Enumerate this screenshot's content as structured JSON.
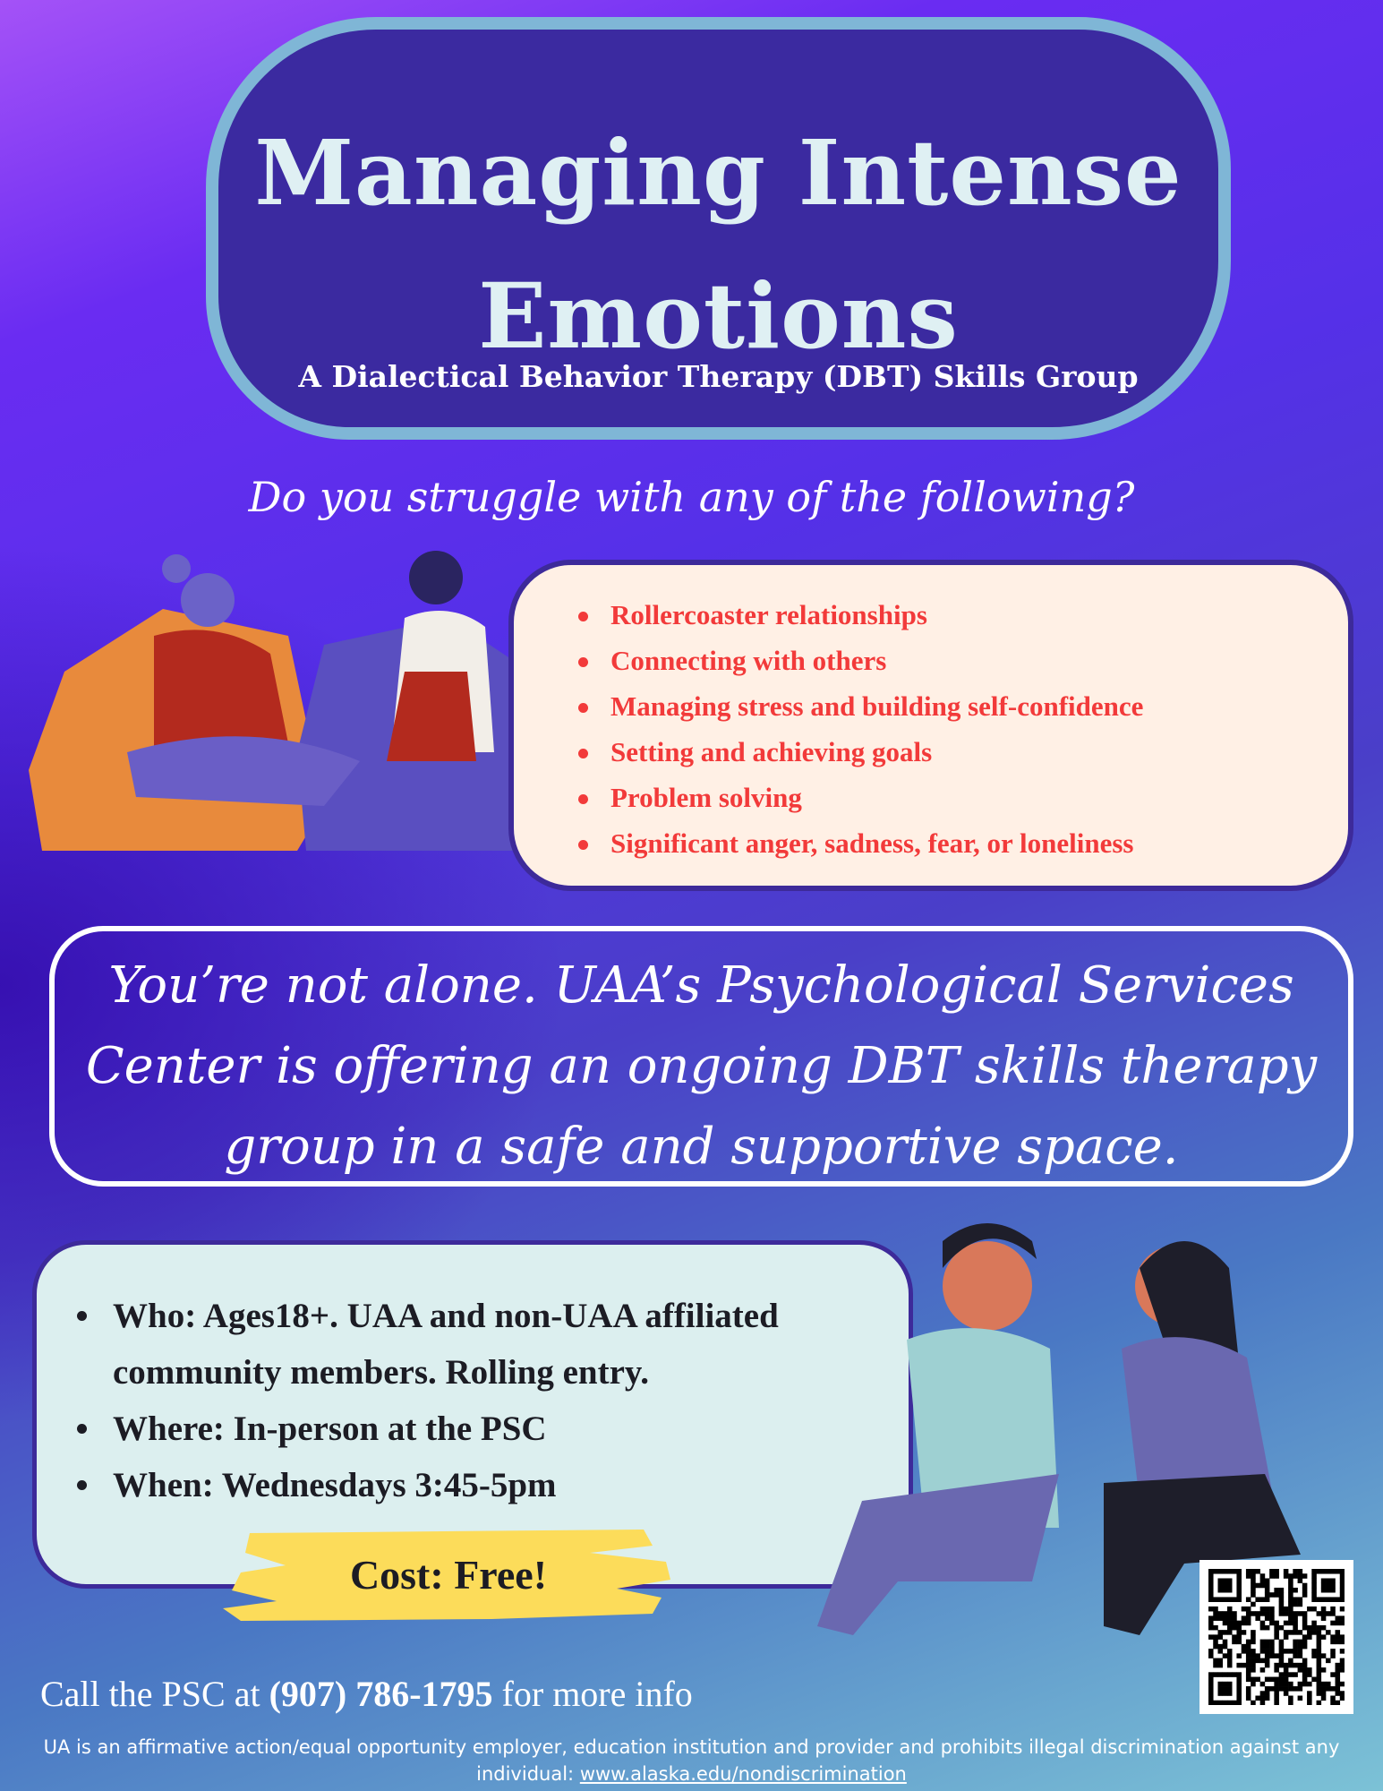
{
  "header": {
    "title_line1": "Managing Intense",
    "title_line2": "Emotions",
    "subtitle": "A Dialectical Behavior Therapy (DBT) Skills Group"
  },
  "question": "Do you struggle with any of the following?",
  "struggles": [
    "Rollercoaster relationships",
    "Connecting with others",
    "Managing stress and building self-confidence",
    "Setting and achieving goals",
    "Problem solving",
    "Significant anger, sadness, fear, or loneliness"
  ],
  "message": {
    "line1": "You’re not alone. UAA’s Psychological Services",
    "line2": "Center is offering an ongoing DBT skills therapy",
    "line3": "group in a safe and supportive space."
  },
  "details": [
    "Who: Ages18+. UAA and non-UAA affiliated community members. Rolling entry.",
    "Where: In-person at the PSC",
    "When: Wednesdays 3:45-5pm"
  ],
  "cost": "Cost: Free!",
  "contact": {
    "prefix": "Call the PSC at",
    "phone": "(907) 786-1795",
    "suffix": "for more info"
  },
  "disclaimer": {
    "text": "UA is an affirmative action/equal opportunity employer, education institution and provider and prohibits illegal discrimination against any individual:",
    "link": "www.alaska.edu/nondiscrimination"
  },
  "colors": {
    "list_text": "#f23a3a",
    "title_box": "#3b2aa0",
    "title_border": "#7fb6d6",
    "highlight": "#fcdc5a"
  }
}
